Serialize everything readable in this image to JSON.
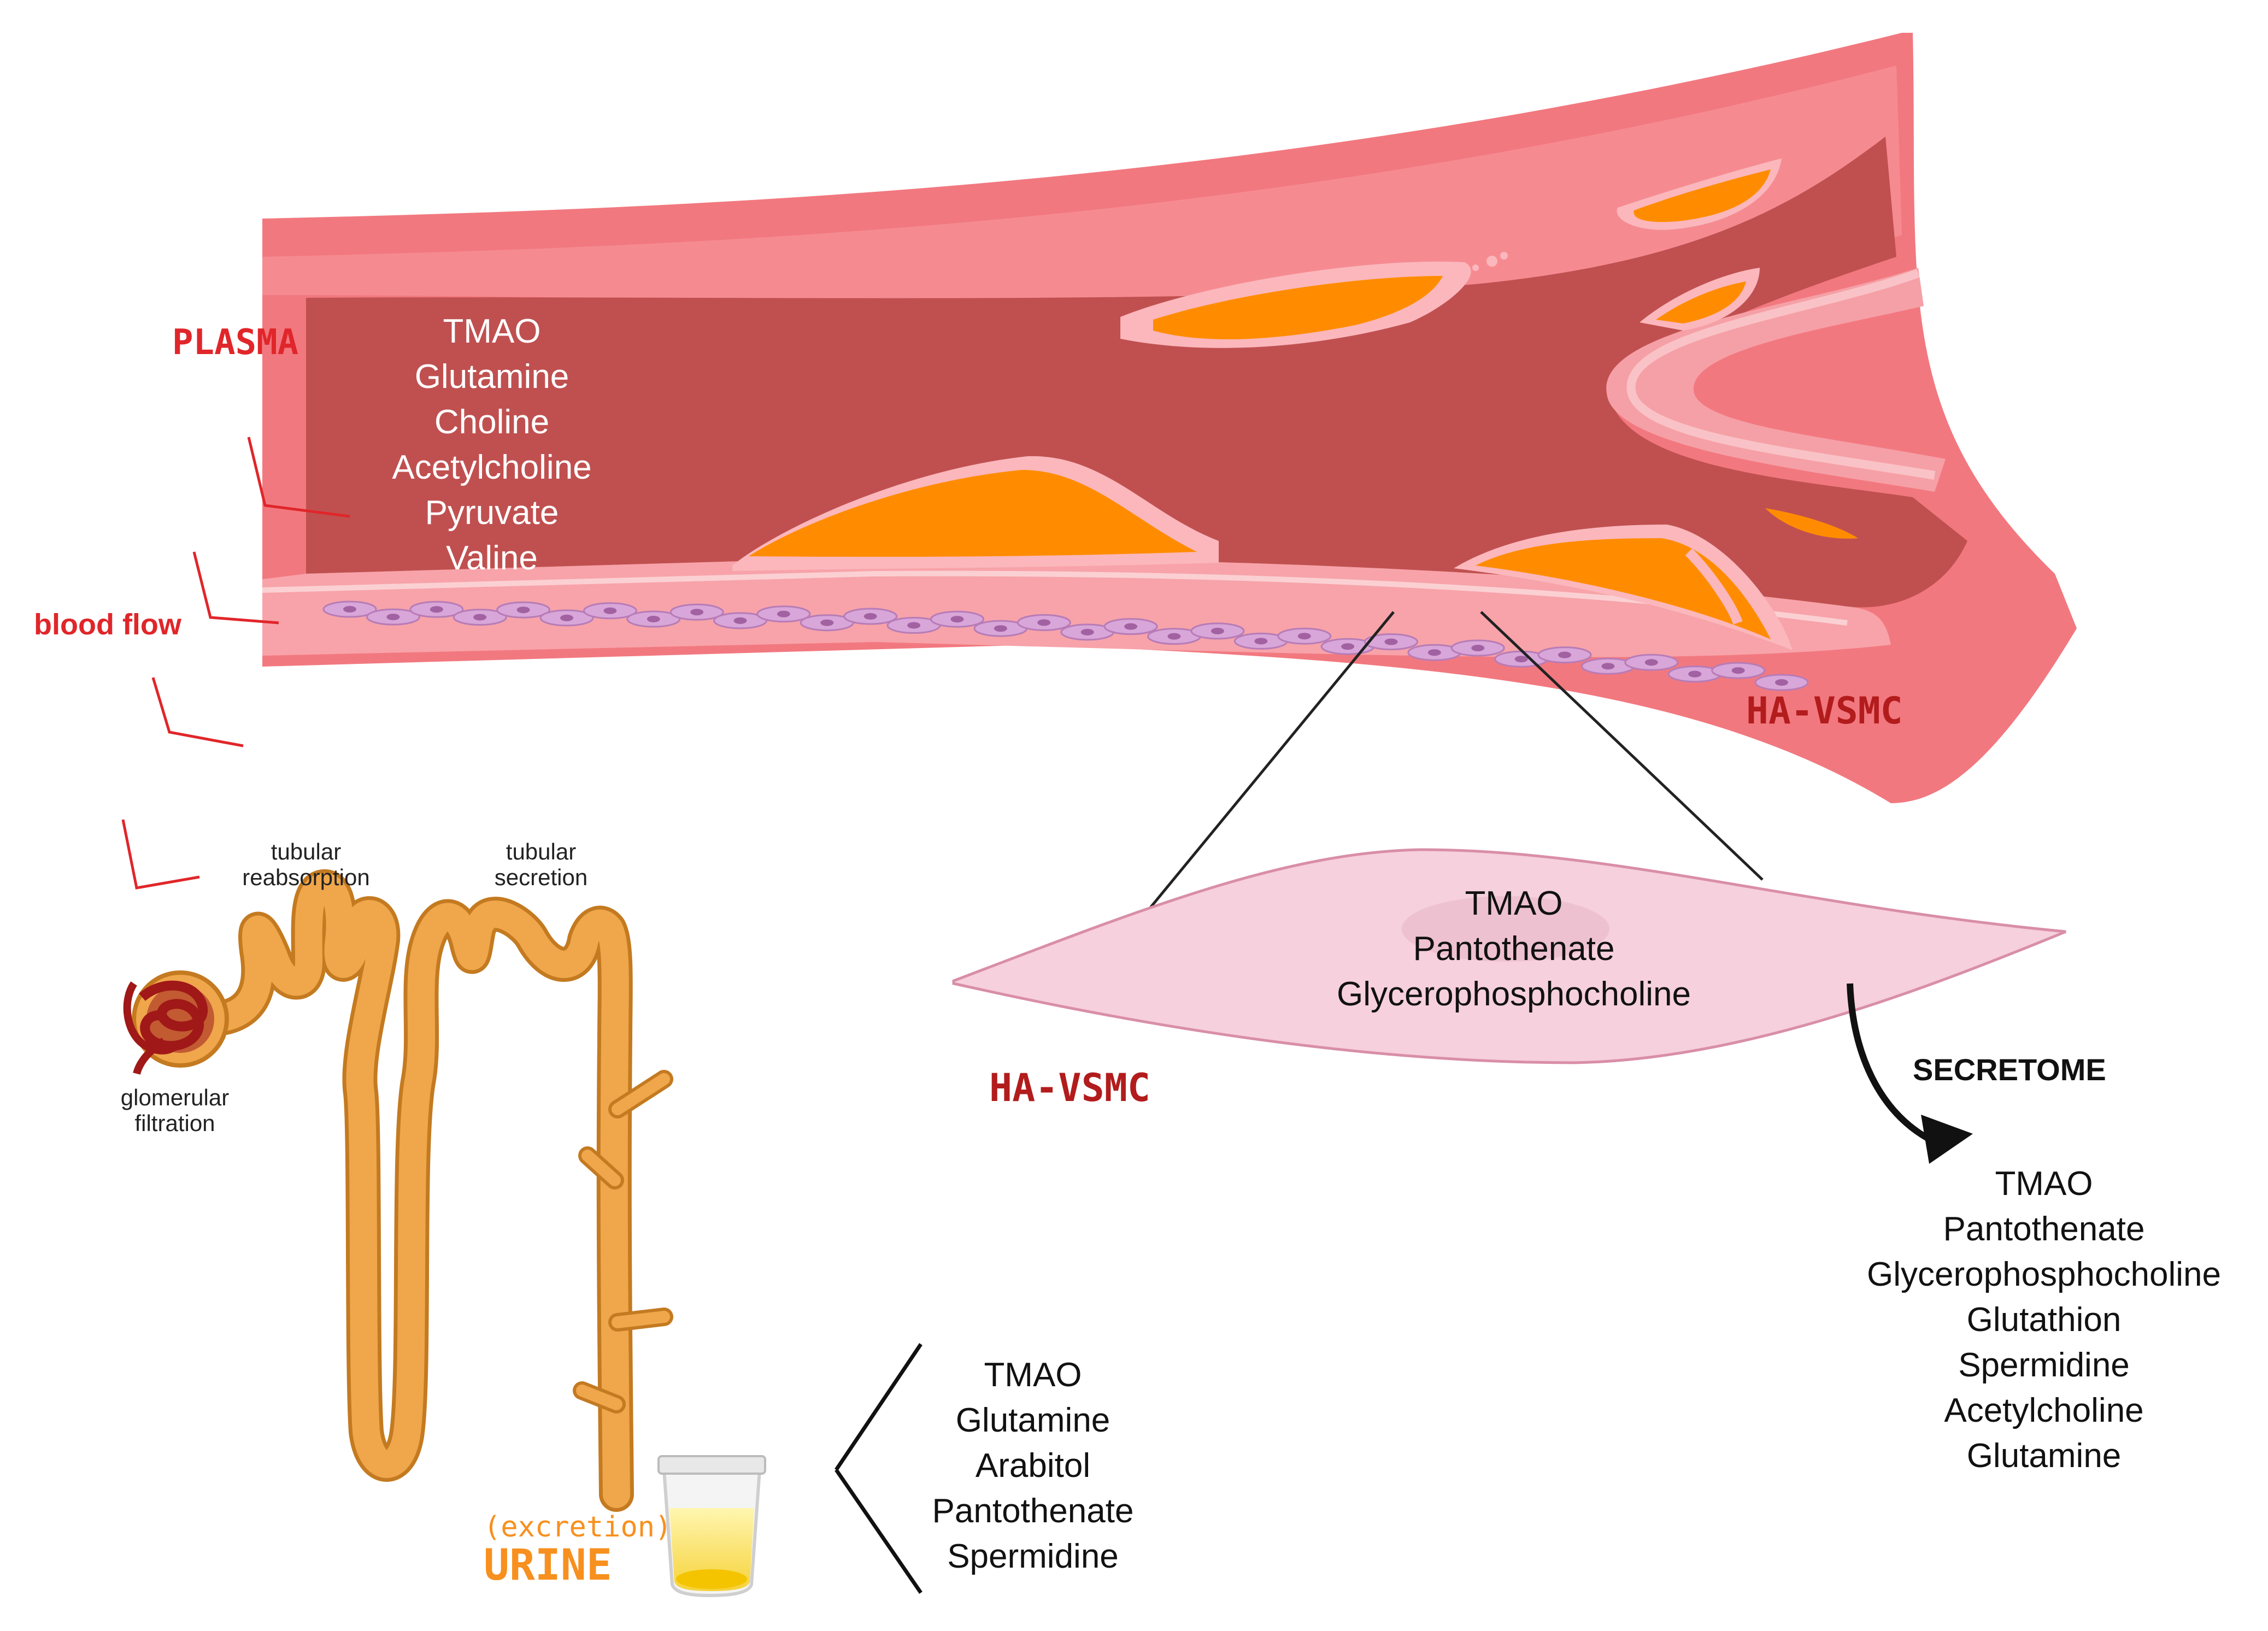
{
  "colors": {
    "vessel_outer": "#f2787f",
    "vessel_wall_light": "#f9a8ae",
    "vessel_lumen": "#c05050",
    "plaque_core": "#ff8c00",
    "plaque_cap": "#fbb7bc",
    "smooth_muscle": "#d9a6d9",
    "nephron": "#f0a64b",
    "nephron_outline": "#c47a20",
    "glomerulus": "#a01818",
    "cell_fill": "#f6d0dc",
    "label_red": "#e0262a",
    "label_dark_red": "#b21c1c",
    "urine_orange": "#f7901e",
    "text_dark": "#111111",
    "text_white": "#ffffff"
  },
  "vessel": {
    "plasma_label": "PLASMA",
    "blood_flow_label": "blood flow",
    "plasma_metabolites": [
      "TMAO",
      "Glutamine",
      "Choline",
      "Acetylcholine",
      "Pyruvate",
      "Valine"
    ],
    "wall_cell_label": "HA-VSMC",
    "icons": [
      "blood-vessel-icon",
      "atherosclerotic-plaque-icon",
      "smooth-muscle-cell-icon",
      "flow-arrow-icon"
    ]
  },
  "cell": {
    "label": "HA-VSMC",
    "metabolites": [
      "TMAO",
      "Pantothenate",
      "Glycerophosphocholine"
    ],
    "secretome_label": "SECRETOME",
    "secretome_metabolites": [
      "TMAO",
      "Pantothenate",
      "Glycerophosphocholine",
      "Glutathion",
      "Spermidine",
      "Acetylcholine",
      "Glutamine"
    ]
  },
  "kidney": {
    "tubular_reabsorption_label": "tubular\nreabsorption",
    "tubular_secretion_label": "tubular\nsecretion",
    "glomerular_filtration_label": "glomerular\nfiltration",
    "excretion_label": "(excretion)",
    "urine_label": "URINE",
    "urine_metabolites": [
      "TMAO",
      "Glutamine",
      "Arabitol",
      "Pantothenate",
      "Spermidine"
    ],
    "icons": [
      "nephron-icon",
      "glomerulus-icon",
      "urine-cup-icon"
    ]
  }
}
